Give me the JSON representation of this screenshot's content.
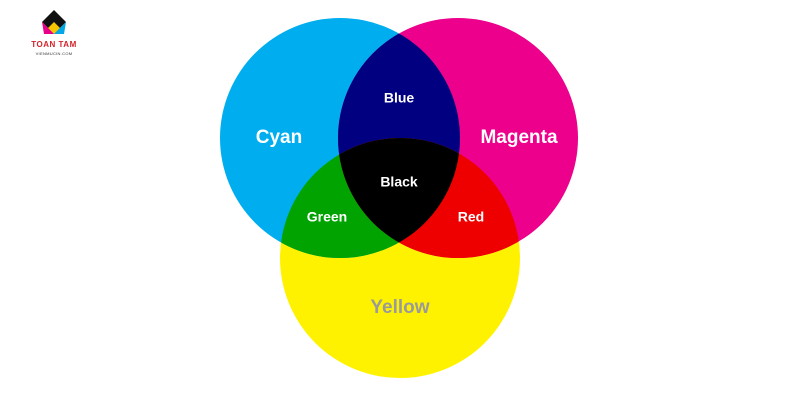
{
  "logo": {
    "name": "TOAN TAM",
    "subtitle": "VIENMUCIN.COM",
    "colors": [
      "#111111",
      "#f7c600",
      "#e8008a",
      "#00a8e8"
    ]
  },
  "diagram": {
    "circles": [
      {
        "name": "Cyan",
        "color": "#00aeef"
      },
      {
        "name": "Magenta",
        "color": "#ec008c"
      },
      {
        "name": "Yellow",
        "color": "#fff200"
      }
    ],
    "overlaps": {
      "cyan_magenta": {
        "name": "Blue",
        "color": "#000080"
      },
      "cyan_yellow": {
        "name": "Green",
        "color": "#00a300"
      },
      "magenta_yellow": {
        "name": "Red",
        "color": "#ee0000"
      },
      "center": {
        "name": "Black",
        "color": "#000000"
      }
    },
    "label_colors": {
      "default": "#ffffff",
      "yellow": "#9a9a9a"
    }
  }
}
